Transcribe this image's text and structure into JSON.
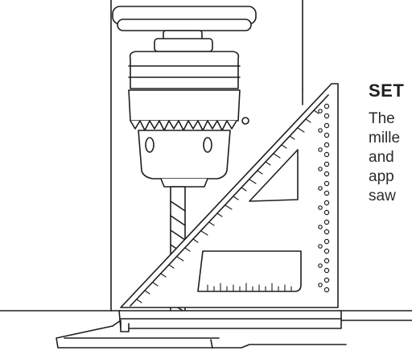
{
  "caption": {
    "heading": "SET",
    "lines": [
      "The",
      "mille",
      "and",
      "app",
      "saw"
    ]
  },
  "illustration": {
    "icons": [
      "drill-press-column-icon",
      "drill-chuck-icon",
      "drill-bit-icon",
      "speed-square-icon",
      "drill-table-icon"
    ],
    "line_color": "#1e1e1e",
    "fill_color": "#ffffff"
  }
}
